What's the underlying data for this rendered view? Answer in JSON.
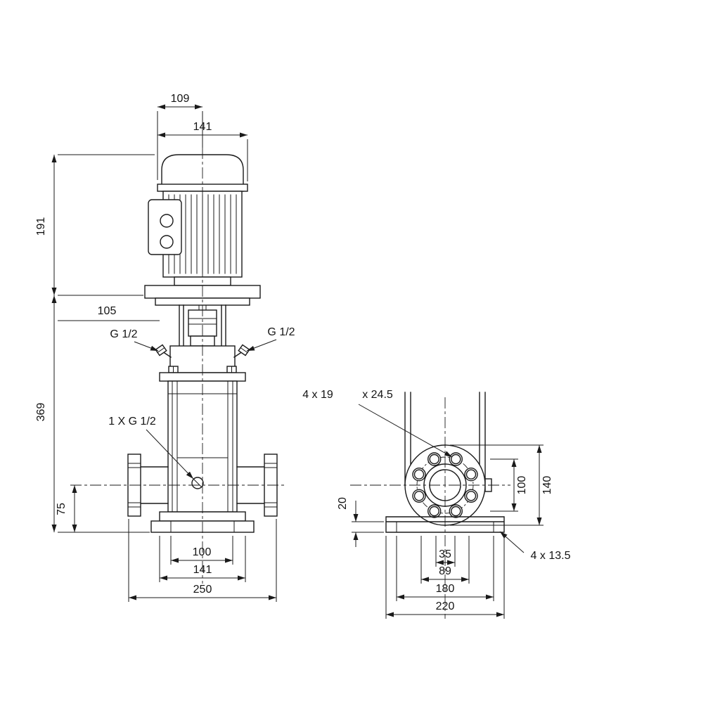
{
  "drawing": {
    "front": {
      "dim_fan_width": "109",
      "dim_motor_width": "141",
      "dim_motor_height": "191",
      "dim_offset": "105",
      "dim_pump_height": "369",
      "dim_port_center_height": "75",
      "plug_left": "G 1/2",
      "plug_right": "G 1/2",
      "drain_label": "1 X G 1/2",
      "dim_inner_base": "100",
      "dim_base_width": "141",
      "dim_port_to_port": "250"
    },
    "side": {
      "flange_holes": "4 x 19",
      "flange_counterbore": "x 24.5",
      "dim_base_plate_thickness": "20",
      "dim_flange_hole_spacing": "100",
      "dim_flange_height": "140",
      "dim_a": "35",
      "dim_b": "89",
      "dim_bolt_span": "180",
      "dim_base_length": "220",
      "base_holes": "4  x 13.5"
    },
    "colors": {
      "line": "#1a1a1a",
      "background": "#ffffff"
    }
  }
}
